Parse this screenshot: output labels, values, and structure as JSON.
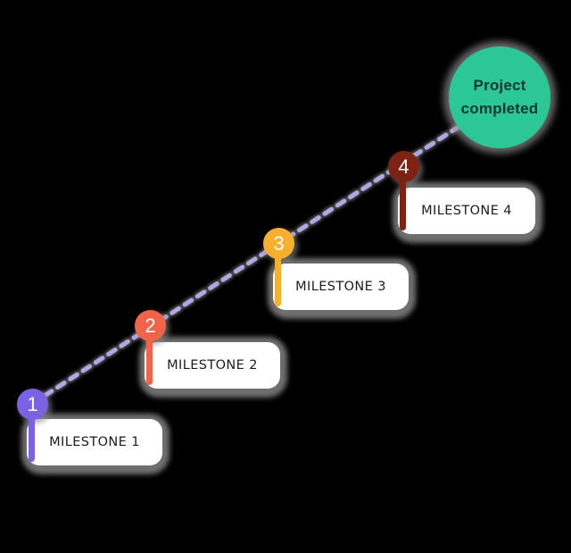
{
  "background_color": "#000000",
  "connector": {
    "color": "#b2a7e6",
    "shadow_color": "#8a8a8a",
    "style": "dashed"
  },
  "milestones": [
    {
      "number": "1",
      "label": "MILESTONE 1",
      "color": "#7a62e4"
    },
    {
      "number": "2",
      "label": "MILESTONE 2",
      "color": "#f2644a"
    },
    {
      "number": "3",
      "label": "MILESTONE 3",
      "color": "#f6b02d"
    },
    {
      "number": "4",
      "label": "MILESTONE 4",
      "color": "#7c2314"
    }
  ],
  "completion": {
    "label": "Project completed",
    "color": "#2bc795",
    "text_color": "#0d3732"
  },
  "card": {
    "background": "#ffffff",
    "text_color": "#1c1b23"
  }
}
